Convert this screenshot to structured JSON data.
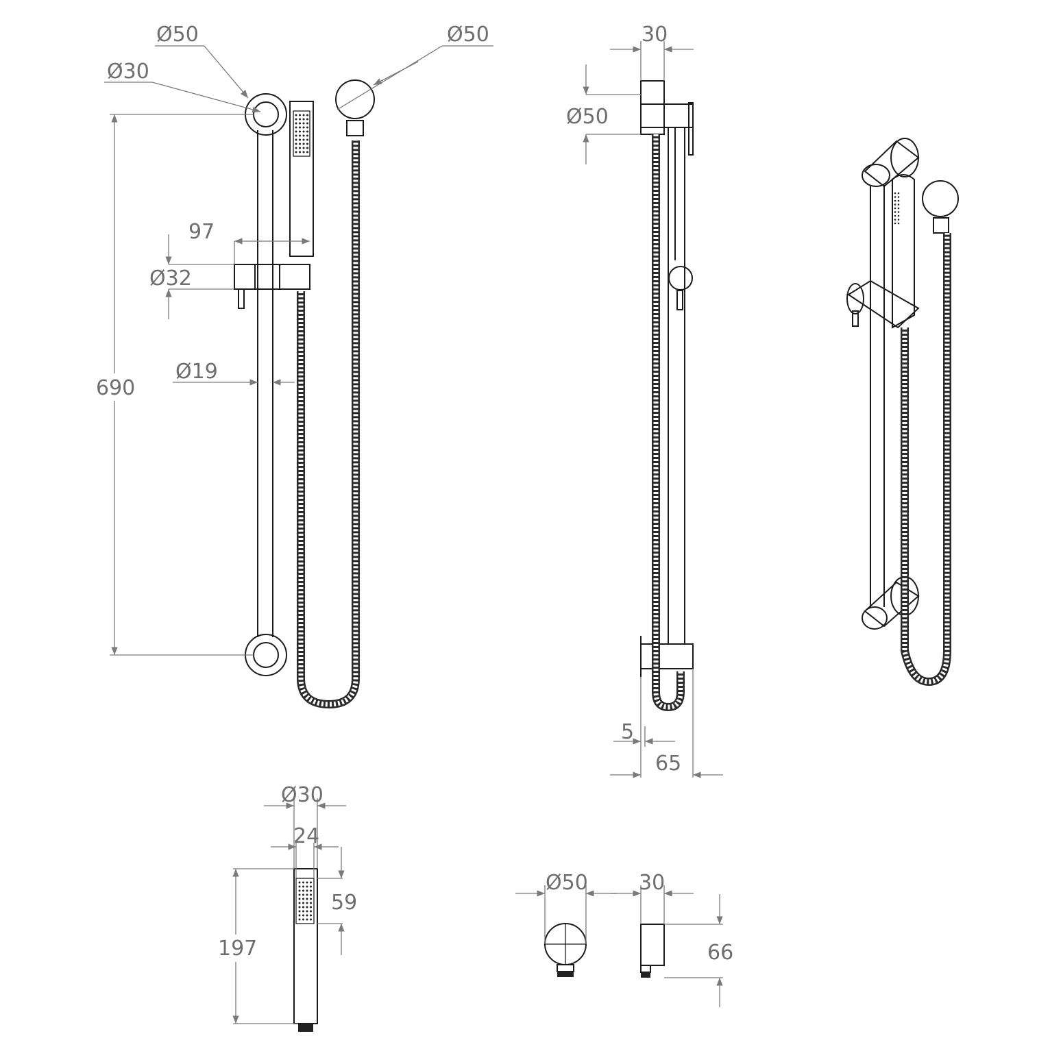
{
  "dimensions": {
    "front_wall_bracket_dia": "Ø50",
    "front_bar_dia": "Ø30",
    "front_elbow_dia": "Ø50",
    "front_slider_width": "97",
    "front_slider_dia": "Ø32",
    "front_rail_dia": "Ø19",
    "front_rail_length": "690",
    "side_bracket_width": "30",
    "side_bracket_dia": "Ø50",
    "side_gap": "5",
    "side_projection": "65",
    "handshower_dia": "Ø30",
    "handshower_face_width": "24",
    "handshower_face_height": "59",
    "handshower_length": "197",
    "elbow_dia": "Ø50",
    "elbow_depth": "30",
    "elbow_height": "66"
  },
  "colors": {
    "line": "#1a1a1a",
    "dimension": "#7a7a7a",
    "label": "#6e6e6e"
  }
}
